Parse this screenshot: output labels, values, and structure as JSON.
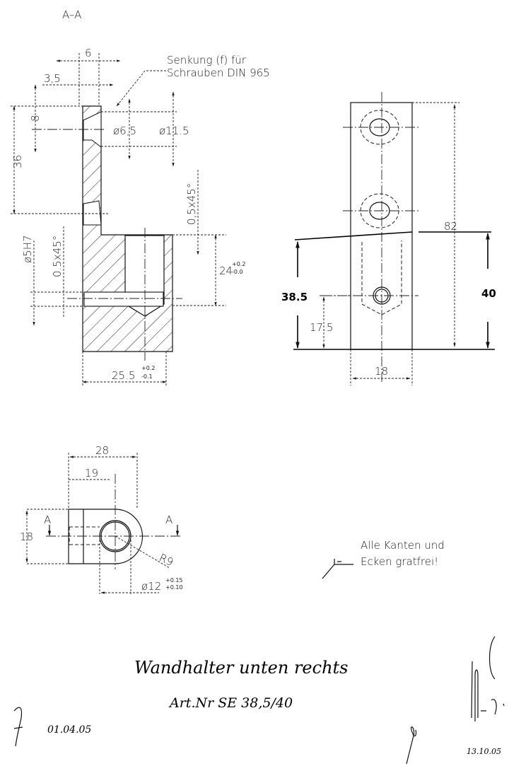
{
  "section_title": "A–A",
  "section_view": {
    "note_line1": "Senkung (f) für",
    "note_line2": "Schrauben DIN 965",
    "dim_6": "6",
    "dim_3_5": "3,5",
    "dim_8": "8",
    "dim_36": "36",
    "dim_d6_5": "ø6,5",
    "dim_d11_5": "ø11.5",
    "chamfer_top": "0,5x45°",
    "chamfer_left": "0.5x45°",
    "dim_d5h7": "ø5H7",
    "dim_24": "24",
    "dim_24_tol_upper": "+0.2",
    "dim_24_tol_lower": "-0.0",
    "dim_25_5": "25.5",
    "dim_25_5_tol_upper": "+0.2",
    "dim_25_5_tol_lower": "-0.1"
  },
  "side_view": {
    "dim_82": "82",
    "dim_38_5": "38.5",
    "dim_40": "40",
    "dim_17_5": "17.5",
    "dim_18": "18"
  },
  "top_view": {
    "dim_28": "28",
    "dim_19": "19",
    "dim_18": "18",
    "section_mark_left": "A",
    "section_mark_right": "A",
    "dim_r9": "R9",
    "dim_d12": "ø12",
    "dim_d12_tol_upper": "+0.15",
    "dim_d12_tol_lower": "+0.10"
  },
  "surface_note": {
    "line1": "Alle Kanten und",
    "line2": "Ecken gratfrei!"
  },
  "handwriting": {
    "title": "Wandhalter unten rechts",
    "article": "Art.Nr  SE 38,5/40",
    "date_left": "01.04.05",
    "date_right": "13.10.05"
  }
}
